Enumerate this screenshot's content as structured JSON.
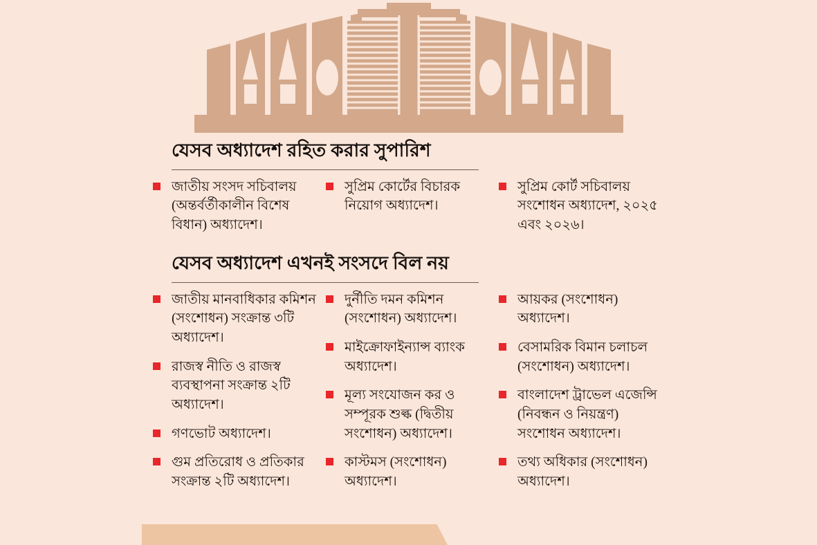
{
  "illustration": {
    "name": "national-parliament-building",
    "fill_color": "#d3a88b"
  },
  "background_color": "#fae6da",
  "bullet_color": "#e8262b",
  "ribbon_color": "#edc5a2",
  "sections": [
    {
      "heading": "যেসব অধ্যাদেশ রহিত করার সুপারিশ",
      "columns": [
        {
          "items": [
            "জাতীয় সংসদ সচিবালয় (অন্তর্বর্তীকালীন বিশেষ বিধান) অধ্যাদেশ।"
          ]
        },
        {
          "items": [
            "সুপ্রিম কোর্টের বিচারক নিয়োগ অধ্যাদেশ।"
          ]
        },
        {
          "items": [
            "সুপ্রিম কোর্ট সচিবালয় সংশোধন অধ্যাদেশ, ২০২৫ এবং ২০২৬।"
          ]
        }
      ]
    },
    {
      "heading": "যেসব অধ্যাদেশ এখনই সংসদে বিল নয়",
      "columns": [
        {
          "items": [
            "জাতীয় মানবাধিকার কমিশন (সংশোধন) সংক্রান্ত ৩টি অধ্যাদেশ।",
            "রাজস্ব নীতি ও রাজস্ব ব্যবস্থাপনা সংক্রান্ত ২টি অধ্যাদেশ।",
            "গণভোট অধ্যাদেশ।",
            "গুম প্রতিরোধ ও প্রতিকার সংক্রান্ত ২টি অধ্যাদেশ।"
          ]
        },
        {
          "items": [
            "দুর্নীতি দমন কমিশন (সংশোধন) অধ্যাদেশ।",
            "মাইক্রোফাইন্যান্স ব্যাংক অধ্যাদেশ।",
            "মূল্য সংযোজন কর ও সম্পূরক শুল্ক (দ্বিতীয় সংশোধন) অধ্যাদেশ।",
            "কাস্টমস (সংশোধন) অধ্যাদেশ।"
          ]
        },
        {
          "items": [
            "আয়কর (সংশোধন) অধ্যাদেশ।",
            "বেসামরিক বিমান চলাচল (সংশোধন) অধ্যাদেশ।",
            "বাংলাদেশ ট্রাভেল এজেন্সি (নিবন্ধন ও নিয়ন্ত্রণ) সংশোধন অধ্যাদেশ।",
            "তথ্য অধিকার (সংশোধন) অধ্যাদেশ।"
          ]
        }
      ]
    }
  ]
}
